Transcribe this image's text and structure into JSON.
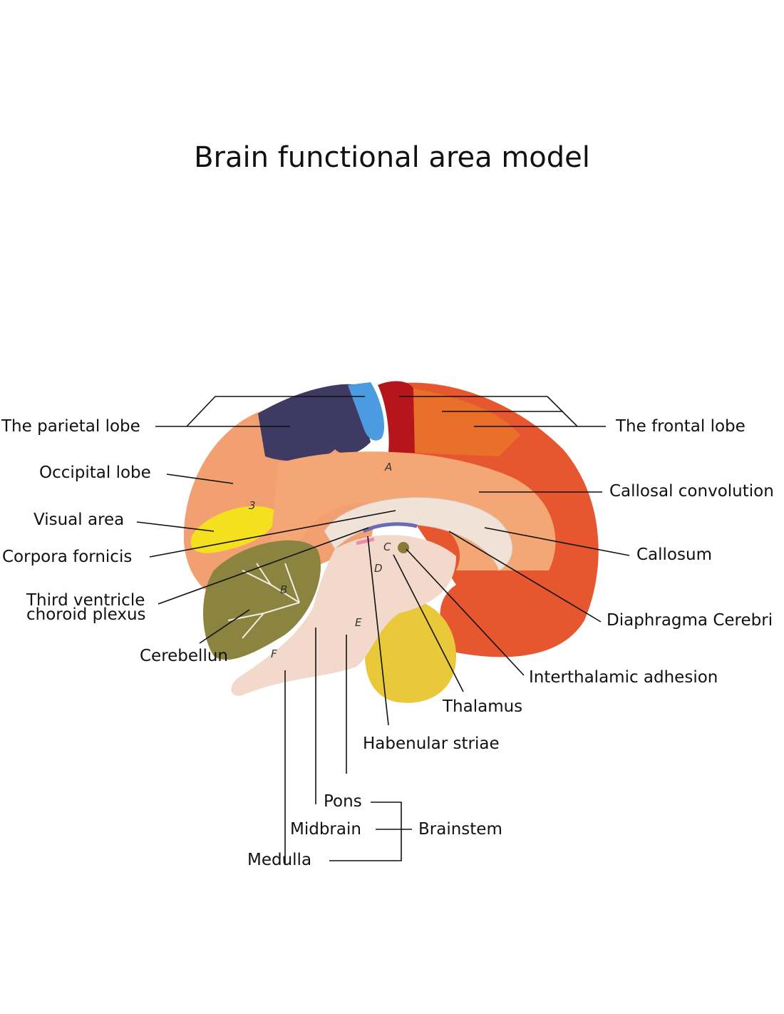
{
  "title": "Brain functional area model",
  "labels": {
    "parietal": "The parietal lobe",
    "occipital": "Occipital lobe",
    "visual": "Visual area",
    "corpora": "Corpora fornicis",
    "third_1": "Third ventricle",
    "third_2": "choroid plexus",
    "cerebellum": "Cerebellun",
    "frontal": "The frontal lobe",
    "callosal": "Callosal convolution",
    "callosum": "Callosum",
    "diaphragma": "Diaphragma Cerebri",
    "interthalamic": "Interthalamic adhesion",
    "thalamus": "Thalamus",
    "habenular": "Habenular striae",
    "pons": "Pons",
    "midbrain": "Midbrain",
    "medulla": "Medulla",
    "brainstem": "Brainstem"
  },
  "model_marks": [
    "A",
    "B",
    "C",
    "D",
    "E",
    "F",
    "3"
  ],
  "colors": {
    "parietal": "#3f3a63",
    "motor_blue": "#4b9be0",
    "motor_red": "#b5161c",
    "frontal": "#e8602d",
    "outer_orange": "#e6562f",
    "occipital": "#f2a071",
    "visual": "#f5e020",
    "cerebellum": "#8a8440",
    "brainstem": "#f3d9cc",
    "pituitary_yellow": "#e9c93a"
  }
}
